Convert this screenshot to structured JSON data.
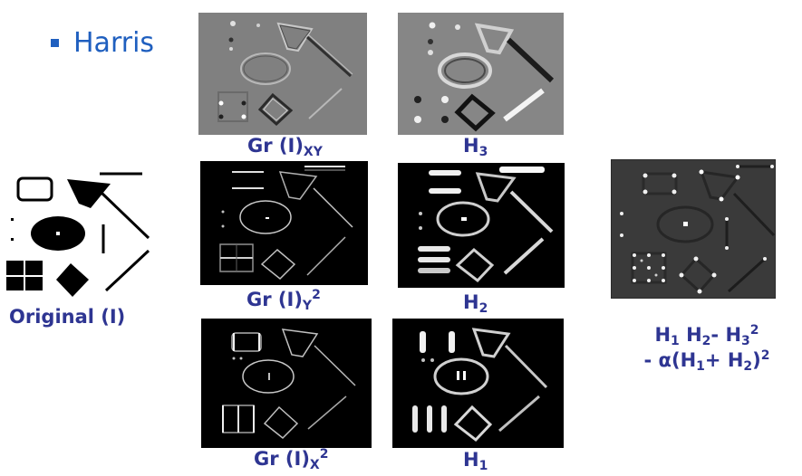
{
  "title": {
    "bullet_text": "Harris"
  },
  "labels": {
    "original": "Original (I)",
    "gr_xy_main": "Gr (I)",
    "gr_xy_sub": "XY",
    "gr_y_main": "Gr (I)",
    "gr_y_sub": "Y",
    "gr_y_sup": "2",
    "gr_x_main": "Gr (I)",
    "gr_x_sub": "X",
    "gr_x_sup": "2",
    "h3_main": "H",
    "h3_sub": "3",
    "h2_main": "H",
    "h2_sub": "2",
    "h1_main": "H",
    "h1_sub": "1"
  },
  "formula": {
    "line1": {
      "h1": "H",
      "s1": "1",
      "h2": "H",
      "s2": "2",
      "minus": "- ",
      "h3": "H",
      "s3": "3",
      "sup3": "2"
    },
    "line2": {
      "prefix": "- α(",
      "h1": "H",
      "s1": "1",
      "plus": "+ ",
      "h2": "H",
      "s2": "2",
      "close": ")",
      "sup": "2"
    }
  },
  "colors": {
    "bullet": "#1f5fbf",
    "label": "#2e3592"
  },
  "icons": [
    "square-bullet-icon"
  ]
}
